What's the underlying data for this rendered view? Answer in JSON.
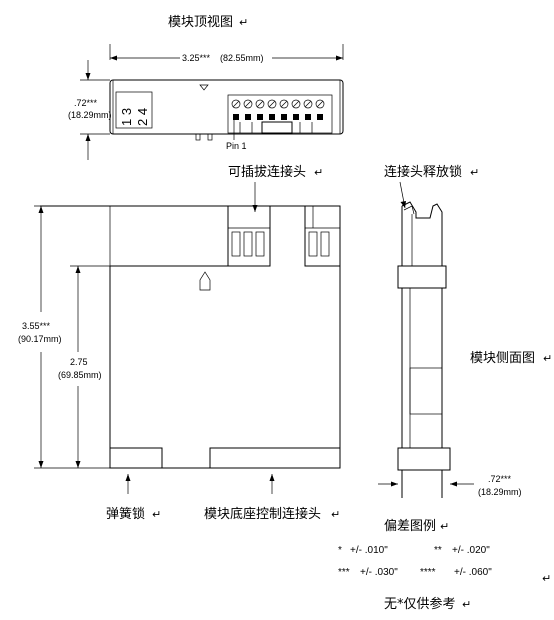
{
  "titles": {
    "top_view": "模块顶视图",
    "pluggable_connector": "可插拔连接头",
    "connector_release_lock": "连接头释放锁",
    "side_view": "模块侧面图",
    "spring_lock": "弹簧锁",
    "base_connector": "模块底座控制连接头",
    "tolerance_legend": "偏差图例",
    "reference_only": "无*仅供参考"
  },
  "dimensions": {
    "width_in": "3.25***",
    "width_mm": "(82.55mm)",
    "depth_in": ".72***",
    "depth_mm": "(18.29mm)",
    "height_in": "3.55***",
    "height_mm": "(90.17mm)",
    "body_height_in": "2.75",
    "body_height_mm": "(69.85mm)",
    "side_depth_in": ".72***",
    "side_depth_mm": "(18.29mm)"
  },
  "top_view": {
    "terminal_row_1": "1 3",
    "terminal_row_2": "2 4",
    "pin_label": "Pin 1"
  },
  "tolerances": [
    {
      "stars": "*",
      "value": "+/- .010\""
    },
    {
      "stars": "**",
      "value": "+/- .020\""
    },
    {
      "stars": "***",
      "value": "+/- .030\""
    },
    {
      "stars": "****",
      "value": "+/- .060\""
    }
  ],
  "marks": {
    "paragraph": "↵"
  }
}
